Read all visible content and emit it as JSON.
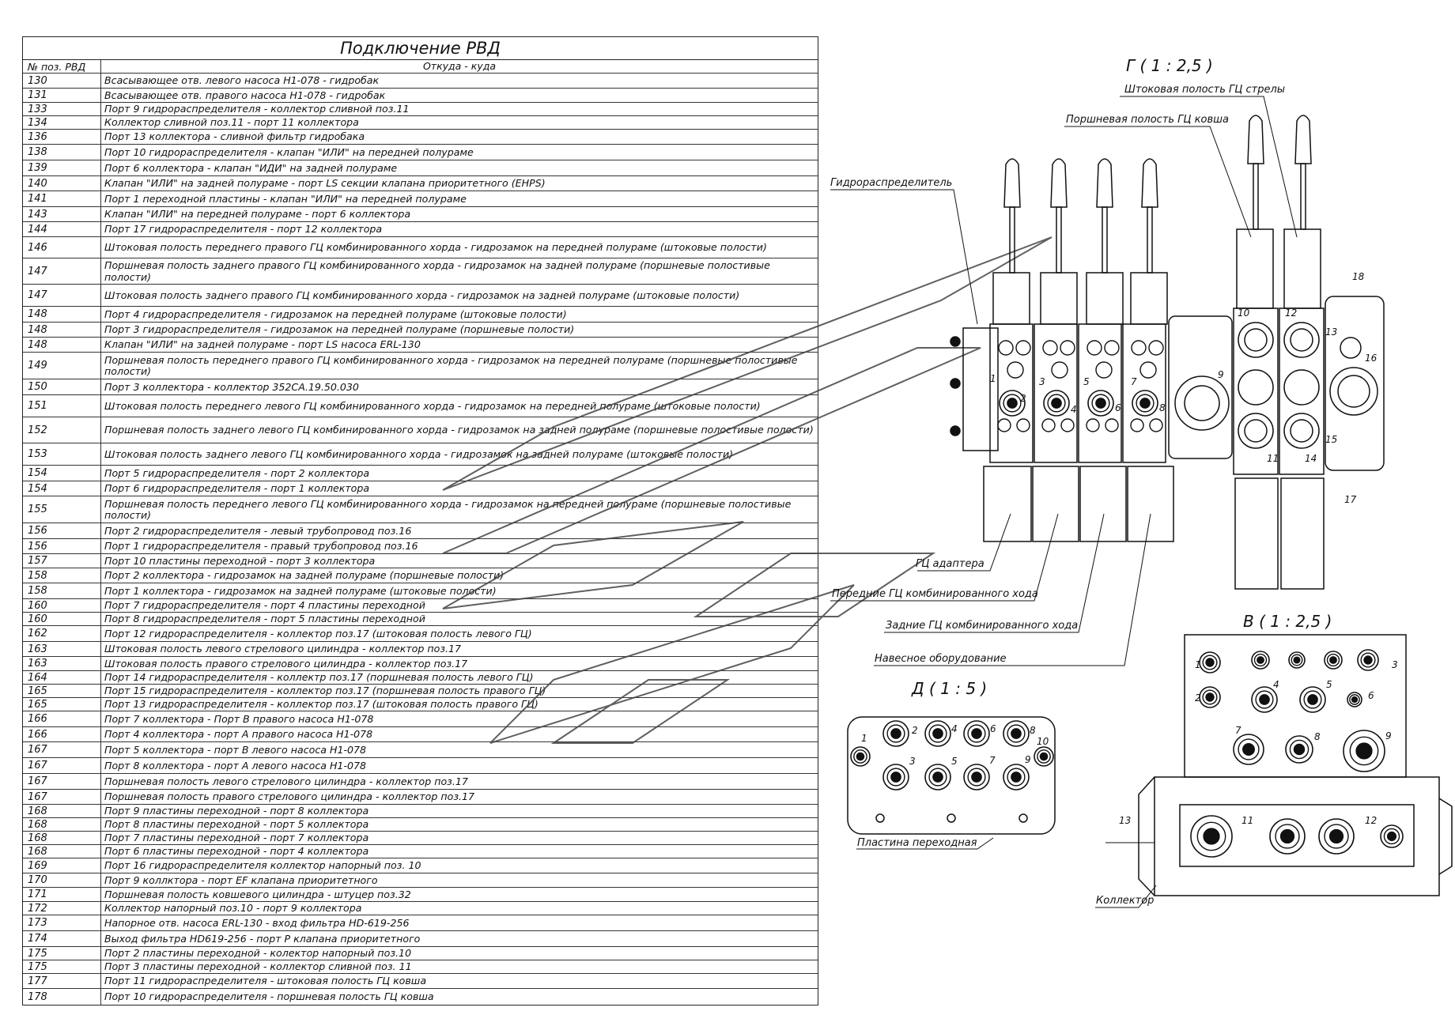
{
  "table": {
    "title": "Подключение РВД",
    "col_pos": "№ поз. РВД",
    "col_route": "Откуда - куда",
    "rows": [
      {
        "pos": "130",
        "text": "Всасывающее отв. левого насоса Н1-078 - гидробак",
        "h": 19
      },
      {
        "pos": "131",
        "text": "Всасывающее отв. правого насоса Н1-078 - гидробак",
        "h": 18
      },
      {
        "pos": "133",
        "text": "Порт 9 гидрораспределителя - коллектор сливной поз.11",
        "h": 17
      },
      {
        "pos": "134",
        "text": "Коллектор сливной поз.11 - порт 11 коллектора",
        "h": 17
      },
      {
        "pos": "136",
        "text": "Порт 13 коллектора - сливной фильтр гидробака",
        "h": 19
      },
      {
        "pos": "138",
        "text": "Порт 10 гидрораспределителя - клапан \"ИЛИ\" на передней полураме",
        "h": 20
      },
      {
        "pos": "139",
        "text": "Порт 6 коллектора - клапан \"ИДИ\" на задней полураме",
        "h": 20
      },
      {
        "pos": "140",
        "text": "Клапан \"ИЛИ\" на задней полураме - порт LS секции клапана приоритетного (EHPS)",
        "h": 19
      },
      {
        "pos": "141",
        "text": "Порт 1 переходной пластины - клапан \"ИЛИ\" на передней полураме",
        "h": 20
      },
      {
        "pos": "143",
        "text": "Клапан \"ИЛИ\" на передней полураме - порт 6 коллектора",
        "h": 19
      },
      {
        "pos": "144",
        "text": "Порт 17 гидрораспределителя - порт 12 коллектора",
        "h": 19
      },
      {
        "pos": "146",
        "text": "Штоковая полость переднего правого ГЦ комбинированного хорда - гидрозамок на передней полураме (штоковые полости)",
        "h": 27
      },
      {
        "pos": "147",
        "text": "Поршневая полость заднего правого ГЦ комбинированного хорда - гидрозамок на задней полураме (поршневые полостивые полости)",
        "h": 33
      },
      {
        "pos": "147",
        "text": "Штоковая полость заднего правого ГЦ комбинированного хорда - гидрозамок на задней полураме (штоковые полости)",
        "h": 28
      },
      {
        "pos": "148",
        "text": "Порт 4 гидрораспределителя - гидрозамок на передней полураме (штоковые полости)",
        "h": 20
      },
      {
        "pos": "148",
        "text": "Порт 3 гидрораспределителя - гидрозамок на передней полураме (поршневые полости)",
        "h": 19
      },
      {
        "pos": "148",
        "text": "Клапан \"ИЛИ\" на задней полураме - порт LS насоса ERL-130",
        "h": 19
      },
      {
        "pos": "149",
        "text": "Поршневая полость переднего правого ГЦ комбинированного хорда - гидрозамок на передней полураме (поршневые полостивые полости)",
        "h": 34
      },
      {
        "pos": "150",
        "text": "Порт 3 коллектора - коллектор 352СА.19.50.030",
        "h": 20
      },
      {
        "pos": "151",
        "text": "Штоковая полость переднего левого ГЦ комбинированного хорда - гидрозамок на передней полураме (штоковые полости)",
        "h": 28
      },
      {
        "pos": "152",
        "text": "Поршневая полость заднего левого ГЦ комбинированного хорда - гидрозамок на задней полураме (поршневые полостивые полости)",
        "h": 33
      },
      {
        "pos": "153",
        "text": "Штоковая полость заднего левого ГЦ комбинированного хорда - гидрозамок на задней полураме (штоковые полости)",
        "h": 28
      },
      {
        "pos": "154",
        "text": "Порт 5 гидрораспределителя - порт 2 коллектора",
        "h": 20
      },
      {
        "pos": "154",
        "text": "Порт 6 гидрораспределителя - порт 1 коллектора",
        "h": 19
      },
      {
        "pos": "155",
        "text": "Поршневая полость переднего левого ГЦ комбинированного хорда - гидрозамок на передней полураме (поршневые полостивые полости)",
        "h": 34
      },
      {
        "pos": "156",
        "text": "Порт 2 гидрораспределителя - левый трубопровод поз.16",
        "h": 20
      },
      {
        "pos": "156",
        "text": "Порт 1 гидрораспределителя - правый трубопровод поз.16",
        "h": 19
      },
      {
        "pos": "157",
        "text": "Порт 10 пластины переходной - порт 3 коллектора",
        "h": 18
      },
      {
        "pos": "158",
        "text": "Порт 2 коллектора - гидрозамок на задней полураме (поршневые полости)",
        "h": 19
      },
      {
        "pos": "158",
        "text": "Порт 1 коллектора - гидрозамок на задней полураме (штоковые полости)",
        "h": 20
      },
      {
        "pos": "160",
        "text": "Порт 7 гидрораспределителя - порт 4 пластины переходной",
        "h": 17
      },
      {
        "pos": "160",
        "text": "Порт 8 гидрораспределителя - порт 5 пластины переходной",
        "h": 17
      },
      {
        "pos": "162",
        "text": "Порт 12 гидрораспределителя - коллектор поз.17 (штоковая полость левого ГЦ)",
        "h": 20
      },
      {
        "pos": "163",
        "text": "Штоковая полость левого стрелового цилиндра - коллектор поз.17",
        "h": 19
      },
      {
        "pos": "163",
        "text": "Штоковая полость правого стрелового цилиндра - коллектор поз.17",
        "h": 18
      },
      {
        "pos": "164",
        "text": "Порт 14 гидрораспределителя - коллектр поз.17 (поршневая полость левого ГЦ)",
        "h": 17
      },
      {
        "pos": "165",
        "text": "Порт 15 гидрораспределителя - коллектор поз.17 (поршневая полость правого ГЦ)",
        "h": 17
      },
      {
        "pos": "165",
        "text": "Порт 13 гидрораспределителя - коллектор поз.17 (штоковая полость правого ГЦ)",
        "h": 17
      },
      {
        "pos": "166",
        "text": "Порт 7 коллектора - Порт В правого насоса Н1-078",
        "h": 20
      },
      {
        "pos": "166",
        "text": "Порт 4 коллектора - порт А правого насоса Н1-078",
        "h": 19
      },
      {
        "pos": "167",
        "text": "Порт 5 коллектора - порт В левого насоса Н1-078",
        "h": 20
      },
      {
        "pos": "167",
        "text": "Порт 8 коллектора - порт А левого насоса Н1-078",
        "h": 20
      },
      {
        "pos": "167",
        "text": "Поршневая полость левого стрелового цилиндра - коллектор поз.17",
        "h": 20
      },
      {
        "pos": "167",
        "text": "Поршневая полость правого стрелового цилиндра - коллектор поз.17",
        "h": 19
      },
      {
        "pos": "168",
        "text": "Порт 9 пластины переходной - порт 8 коллектора",
        "h": 17
      },
      {
        "pos": "168",
        "text": "Порт 8 пластины переходной - порт 5 коллектора",
        "h": 17
      },
      {
        "pos": "168",
        "text": "Порт 7 пластины переходной - порт 7 коллектора",
        "h": 17
      },
      {
        "pos": "168",
        "text": "Порт 6 пластины переходной - порт 4 коллектора",
        "h": 17
      },
      {
        "pos": "169",
        "text": "Порт 16 гидрораспределителя коллектор напорный поз. 10",
        "h": 19
      },
      {
        "pos": "170",
        "text": "Порт 9 коллктора - порт EF клапана приоритетного",
        "h": 18
      },
      {
        "pos": "171",
        "text": "Поршневая полость ковшевого цилиндра - штуцер поз.32",
        "h": 18
      },
      {
        "pos": "172",
        "text": "Коллектор напорный поз.10 - порт 9 коллектора",
        "h": 17
      },
      {
        "pos": "173",
        "text": "Напорное отв. насоса ERL-130 - вход фильтра HD-619-256",
        "h": 20
      },
      {
        "pos": "174",
        "text": "Выход фильтра HD619-256 - порт Р клапана приоритетного",
        "h": 20
      },
      {
        "pos": "175",
        "text": "Порт 2 пластины переходной - колектор напорный поз.10",
        "h": 17
      },
      {
        "pos": "175",
        "text": "Порт 3 пластины переходной - коллектор сливной поз. 11",
        "h": 17
      },
      {
        "pos": "177",
        "text": "Порт 11 гидрораспределителя - штоковая полость ГЦ ковша",
        "h": 19
      },
      {
        "pos": "178",
        "text": "Порт 10 гидрораспределителя - поршневая полость ГЦ ковша",
        "h": 20
      }
    ]
  },
  "views": {
    "g": "Г ( 1 : 2,5 )",
    "v": "В ( 1 : 2,5 )",
    "d": "Д ( 1 : 5 )"
  },
  "labels": {
    "distributor": "Гидрораспределитель",
    "boom_rod": "Штоковая полость ГЦ стрелы",
    "bucket_piston": "Поршневая полость ГЦ ковша",
    "adapter_cyl": "ГЦ адаптера",
    "front_cyl": "Передние ГЦ комбинированного хода",
    "rear_cyl": "Задние ГЦ комбинированного хода",
    "attachment": "Навесное оборудование",
    "adapter_plate": "Пластина переходная",
    "collector": "Коллектор"
  },
  "port_numbers": {
    "g_main": [
      "1",
      "2",
      "3",
      "4",
      "5",
      "6",
      "7",
      "8",
      "9",
      "10",
      "11",
      "12",
      "13",
      "14",
      "15",
      "16",
      "17",
      "18"
    ],
    "v": [
      "1",
      "2",
      "3",
      "4",
      "5",
      "6",
      "7",
      "8",
      "9",
      "11",
      "12",
      "13"
    ],
    "d": [
      "1",
      "2",
      "3",
      "4",
      "5",
      "6",
      "7",
      "8",
      "9",
      "10"
    ]
  }
}
